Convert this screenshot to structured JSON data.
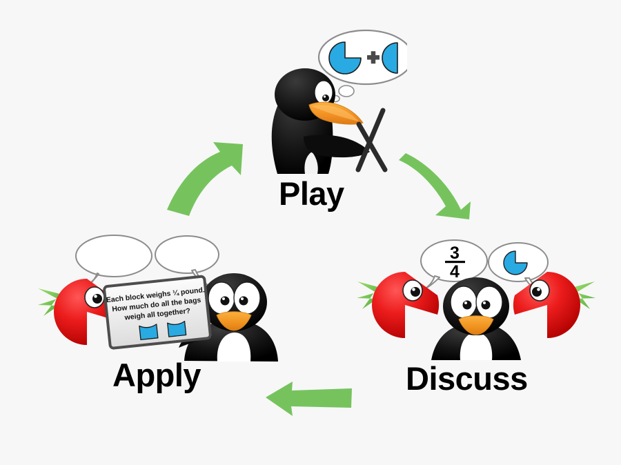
{
  "diagram": {
    "title": "Play Discuss Apply learning cycle",
    "background_color": "#f7f7f7",
    "arrow_color": "#76c35e",
    "accent_blue": "#29aae2",
    "accent_red": "#e8121b",
    "accent_green_leaf": "#7fc65a",
    "beak_orange": "#f2a03c",
    "penguin_black": "#111111",
    "bubble_stroke": "#8c8c8c",
    "bubble_fill": "#ffffff"
  },
  "stages": [
    {
      "id": "play",
      "label": "Play",
      "label_position": "below-illustration",
      "character": "penguin-side-profile-with-easel",
      "thought_bubble": {
        "type": "thought",
        "contents": [
          "three-quarter-pie-blue",
          "plus-sign",
          "half-circle-blue"
        ],
        "plus_label": "+"
      }
    },
    {
      "id": "discuss",
      "label": "Discuss",
      "label_position": "below-illustration",
      "character": "penguin-front-facing",
      "companions": [
        "red-bird-left",
        "red-bird-right"
      ],
      "speech_bubbles": [
        {
          "side": "left",
          "content_type": "fraction",
          "numerator": "3",
          "denominator": "4"
        },
        {
          "side": "right",
          "content_type": "three-quarter-pie-blue"
        }
      ]
    },
    {
      "id": "apply",
      "label": "Apply",
      "label_position": "below-illustration",
      "character": "penguin-front-facing-holding-card",
      "companions": [
        "red-bird-left"
      ],
      "speech_bubbles": [
        {
          "side": "left",
          "content_type": "empty"
        },
        {
          "side": "right",
          "content_type": "empty"
        }
      ],
      "card": {
        "line1": "Each block weighs ¼ pound.",
        "line2": "How much do all the bags",
        "line3": "weigh all together?",
        "shapes": [
          "blue-quarter-block",
          "blue-quarter-block"
        ]
      }
    }
  ],
  "arrows": [
    {
      "id": "arrow-apply-to-play",
      "direction": "up-right",
      "style": "curved",
      "from": "apply",
      "to": "play"
    },
    {
      "id": "arrow-play-to-discuss",
      "direction": "down-right",
      "style": "curved",
      "from": "play",
      "to": "discuss"
    },
    {
      "id": "arrow-discuss-to-apply",
      "direction": "left",
      "style": "straight",
      "from": "discuss",
      "to": "apply"
    }
  ]
}
